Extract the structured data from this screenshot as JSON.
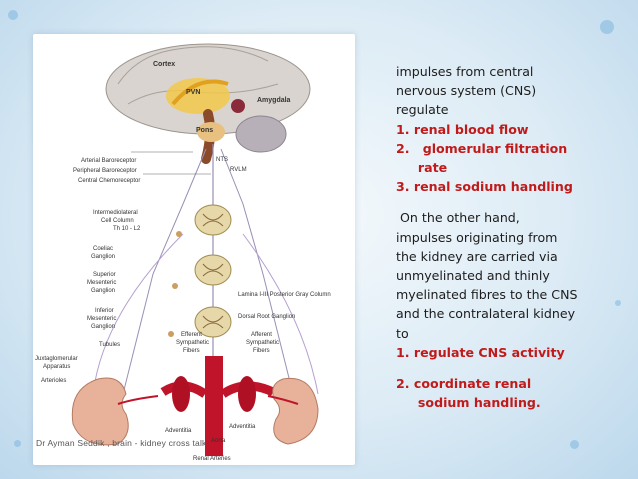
{
  "caption": "Dr Ayman Seddik , brain - kidney cross talk",
  "figure_labels": {
    "cortex": "Cortex",
    "pvn": "PVN",
    "amygdala": "Amygdala",
    "pons": "Pons",
    "nts": "NTS",
    "rvlm": "RVLM",
    "arterial_baroreceptor": "Arterial Baroreceptor",
    "peripheral_baroreceptor": "Peripheral Baroreceptor",
    "central_chemoreceptor": "Central Chemoreceptor",
    "intermediolateral": "Intermediolateral",
    "cell_column": "Cell Column",
    "th": "Th 10 - L2",
    "coeliac": "Coeliac",
    "ganglion": "Ganglion",
    "superior": "Superior",
    "mesenteric": "Mesenteric",
    "inferior": "Inferior",
    "lamina": "Lamina I-III Posterior Gray Column",
    "drg": "Dorsal Root Ganglion",
    "tubules": "Tubules",
    "juxtaglomerular": "Juxtaglomerular",
    "apparatus": "Apparatus",
    "arterioles": "Arterioles",
    "efferent": "Efferent",
    "afferent": "Afferent",
    "sympathetic": "Sympathetic",
    "fibers": "Fibers",
    "aorta": "Aorta",
    "adventitia": "Adventitia",
    "renal_arteries": "Renal Arteries"
  },
  "text": {
    "intro": [
      "impulses from central",
      "nervous system (CNS)",
      "regulate"
    ],
    "list1": [
      "1.  renal blood flow",
      "2.   glomerular filtration",
      "     rate",
      "3.  renal sodium handling"
    ],
    "para2": [
      " On the other hand,",
      "impulses originating from",
      "the kidney are carried via",
      "unmyelinated and thinly",
      "myelinated fibres to the CNS",
      "and the contralateral kidney",
      "to"
    ],
    "list2a": "1.  regulate CNS activity",
    "list2b": [
      "2.  coordinate renal",
      "     sodium handling."
    ]
  }
}
